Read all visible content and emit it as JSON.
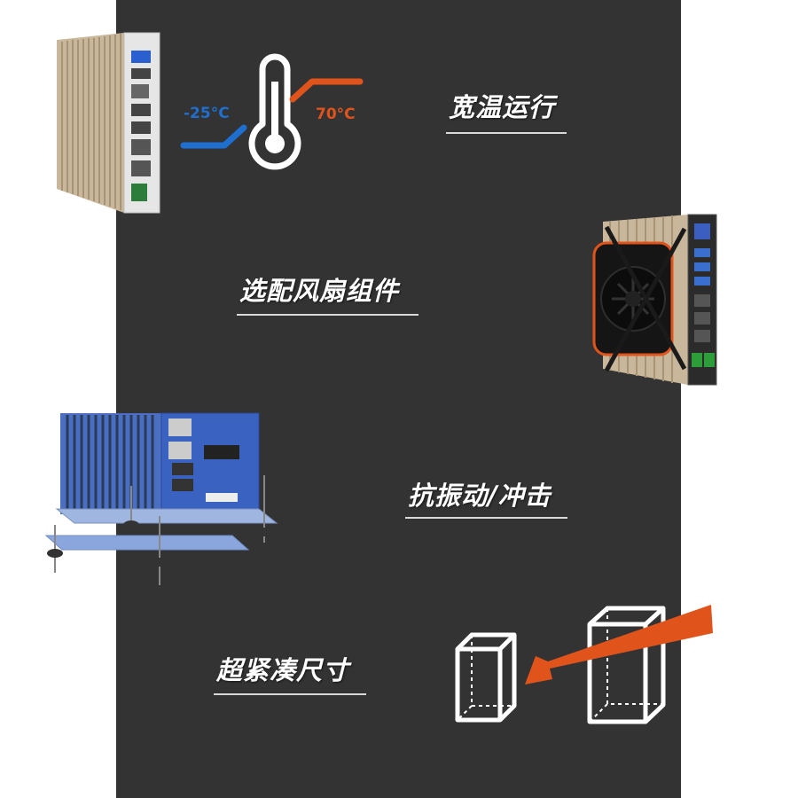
{
  "features": {
    "wide_temp": "宽温运行",
    "fan_kit": "选配风扇组件",
    "anti_vibration": "抗振动/冲击",
    "compact_size": "超紧凑尺寸"
  },
  "temperature": {
    "low": "-25°C",
    "high": "70°C",
    "low_color": "#1e6fd0",
    "high_color": "#e0541c"
  },
  "colors": {
    "panel_background": "#333333",
    "page_background": "#ffffff",
    "text": "#ffffff",
    "arrow_accent": "#e0541c"
  }
}
